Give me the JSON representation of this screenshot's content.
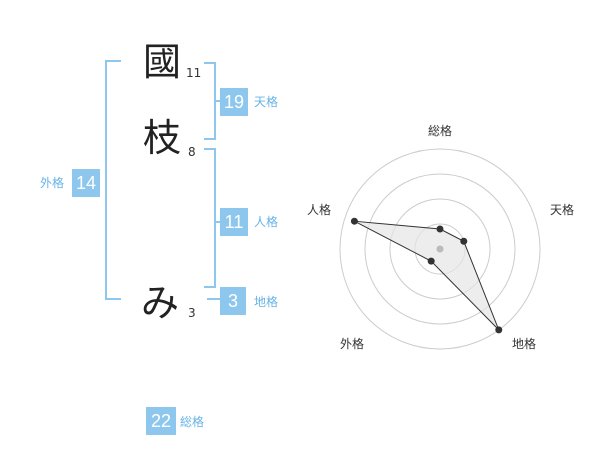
{
  "name": {
    "characters": [
      {
        "char": "國",
        "strokes": "11"
      },
      {
        "char": "枝",
        "strokes": "8"
      },
      {
        "char": "み",
        "strokes": "3"
      }
    ]
  },
  "fortune": {
    "tenkaku": {
      "value": "19",
      "label": "天格"
    },
    "jinkaku": {
      "value": "11",
      "label": "人格"
    },
    "chikaku": {
      "value": "3",
      "label": "地格"
    },
    "gaikaku": {
      "value": "14",
      "label": "外格"
    },
    "soukaku": {
      "value": "22",
      "label": "総格"
    }
  },
  "radar": {
    "axes": [
      {
        "label": "総格",
        "value": 0.2
      },
      {
        "label": "天格",
        "value": 0.25
      },
      {
        "label": "地格",
        "value": 1.0
      },
      {
        "label": "外格",
        "value": 0.15
      },
      {
        "label": "人格",
        "value": 0.9
      }
    ],
    "rings": 4,
    "colors": {
      "ring": "#cccccc",
      "fill": "#e6e6e6",
      "line": "#333333",
      "point": "#333333",
      "center": "#bbbbbb"
    }
  }
}
